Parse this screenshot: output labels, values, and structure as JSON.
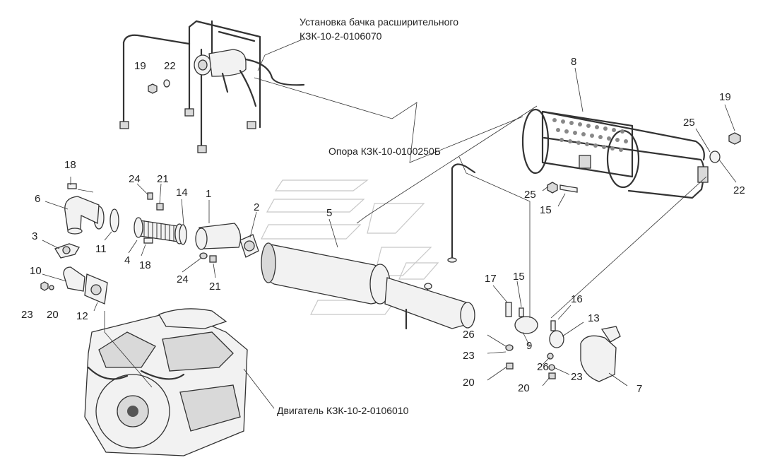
{
  "captions": {
    "tank": [
      "Установка бачка расширительного",
      "КЗК-10-2-0106070"
    ],
    "support": "Опора КЗК-10-0100250Б",
    "engine": "Двигатель КЗК-10-2-0106010"
  },
  "part_numbers": [
    "1",
    "2",
    "3",
    "4",
    "5",
    "6",
    "7",
    "8",
    "9",
    "10",
    "11",
    "12",
    "13",
    "14",
    "15",
    "15",
    "16",
    "17",
    "18",
    "18",
    "19",
    "19",
    "20",
    "20",
    "20",
    "21",
    "21",
    "22",
    "22",
    "23",
    "23",
    "23",
    "24",
    "24",
    "25",
    "25",
    "26",
    "26"
  ]
}
